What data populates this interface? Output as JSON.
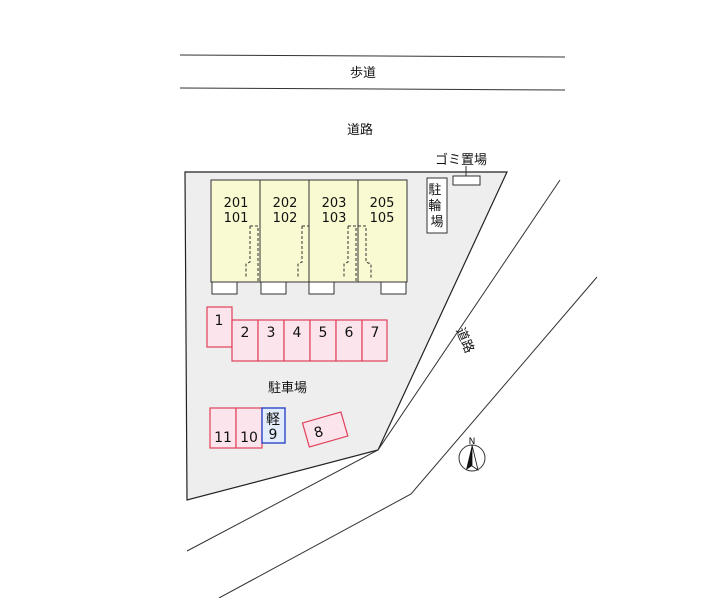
{
  "labels": {
    "sidewalk": "歩道",
    "road_top": "道路",
    "road_right": "道路",
    "garbage": "ゴミ置場",
    "bicycle": "駐輪場",
    "parking": "駐車場",
    "north": "N"
  },
  "units": [
    {
      "upper": "201",
      "lower": "101"
    },
    {
      "upper": "202",
      "lower": "102"
    },
    {
      "upper": "203",
      "lower": "103"
    },
    {
      "upper": "205",
      "lower": "105"
    }
  ],
  "parking_spaces": [
    {
      "label": "1"
    },
    {
      "label": "2"
    },
    {
      "label": "3"
    },
    {
      "label": "4"
    },
    {
      "label": "5"
    },
    {
      "label": "6"
    },
    {
      "label": "7"
    },
    {
      "label": "11"
    },
    {
      "label": "10"
    },
    {
      "label": "軽",
      "sublabel": "9",
      "kind": "kei"
    },
    {
      "label": "8"
    }
  ],
  "colors": {
    "lot_fill": "#eeeeee",
    "building_fill": "#fafad2",
    "parking_stroke": "#e0405a",
    "parking_fill": "#fce4ec",
    "kei_stroke": "#2a46c8",
    "kei_fill": "#e3ecfb"
  }
}
